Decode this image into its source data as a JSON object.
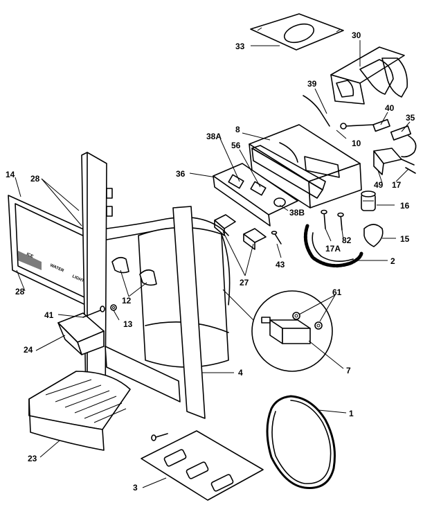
{
  "callouts": {
    "c33": "33",
    "c30": "30",
    "c39": "39",
    "c40": "40",
    "c35": "35",
    "c8": "8",
    "c38a": "38A",
    "c56": "56",
    "c10": "10",
    "c36": "36",
    "c49": "49",
    "c17": "17",
    "c16": "16",
    "c38b": "38B",
    "c17a": "17A",
    "c82": "82",
    "c15": "15",
    "c2": "2",
    "c14": "14",
    "c28a": "28",
    "c28b": "28",
    "c43": "43",
    "c27": "27",
    "c12": "12",
    "c61": "61",
    "c41": "41",
    "c13": "13",
    "c24": "24",
    "c7": "7",
    "c4": "4",
    "c1": "1",
    "c23": "23",
    "c3": "3"
  },
  "panel_text": {
    "word1": "ICE",
    "word2": "WATER",
    "word3": "LIGHT"
  }
}
